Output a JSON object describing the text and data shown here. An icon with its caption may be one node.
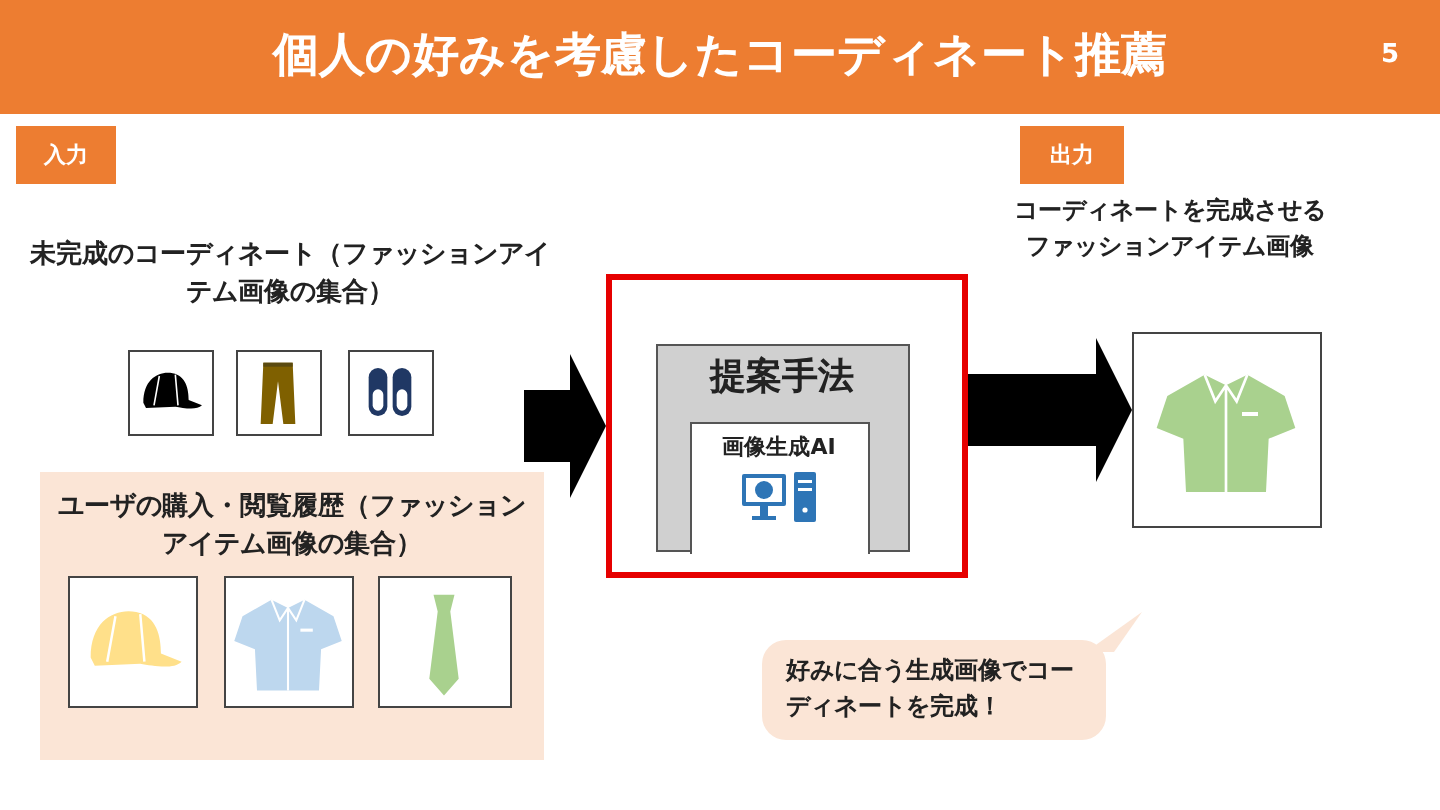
{
  "diagram": {
    "title": "個人の好みを考慮したコーディネート推薦",
    "nodes": [
      {
        "text": [
          "入力"
        ]
      },
      {
        "text": [
          "出力"
        ]
      },
      {
        "text": [
          "ユーザの購入・閲覧履歴（ファッションアイテム画像の集合）"
        ]
      },
      {
        "text": [],
        "shape": "box"
      },
      {
        "text": [
          "提案手法"
        ],
        "in": 3
      },
      {
        "text": [
          "画像生成AI"
        ],
        "in": 4
      },
      {
        "text": [],
        "shape": "box"
      },
      {
        "text": [
          "好みに合う生成画像でコーディネートを完成！"
        ]
      }
    ],
    "edges": [
      {
        "from": null,
        "to": 3,
        "arrow": "to"
      },
      {
        "from": 3,
        "to": 6,
        "arrow": "to"
      }
    ],
    "labels": [
      "5",
      "未完成のコーディネート（ファッションアイテム画像の集合）",
      "コーディネートを完成させるファッションアイテム画像"
    ]
  }
}
